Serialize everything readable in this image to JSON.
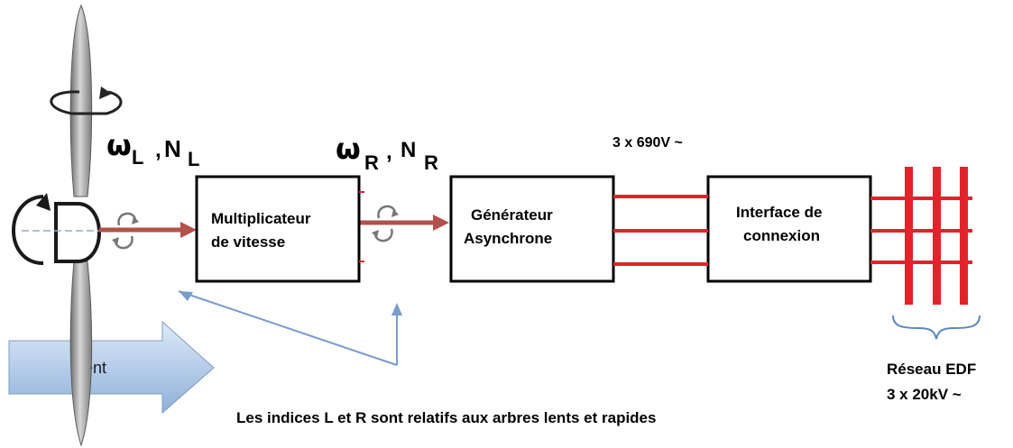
{
  "omega_l": {
    "base": "ω",
    "sub": "L",
    "sep": ",",
    "n": "N",
    "nsub": "L"
  },
  "omega_r": {
    "base": "ω",
    "sub": "R",
    "sep": ",",
    "n": "N",
    "nsub": "R"
  },
  "blocks": {
    "multiplicateur": [
      "Multiplicateur",
      "de vitesse"
    ],
    "generateur": [
      "Générateur",
      "Asynchrone"
    ],
    "interface": [
      "Interface de",
      "connexion"
    ]
  },
  "voltage_top": "3 x 690V ~",
  "vent": "Vent",
  "reseau": [
    "Réseau EDF",
    "3 x 20kV ~"
  ],
  "note": "Les indices L et R sont relatifs aux arbres lents et rapides",
  "colors": {
    "line_red": "#e0242a",
    "shaft_red": "#b3504a",
    "pointer_blue": "#7a9cc8",
    "vent_arrow": "#a9c4e4",
    "blade_gray": "#a8a8a8"
  }
}
